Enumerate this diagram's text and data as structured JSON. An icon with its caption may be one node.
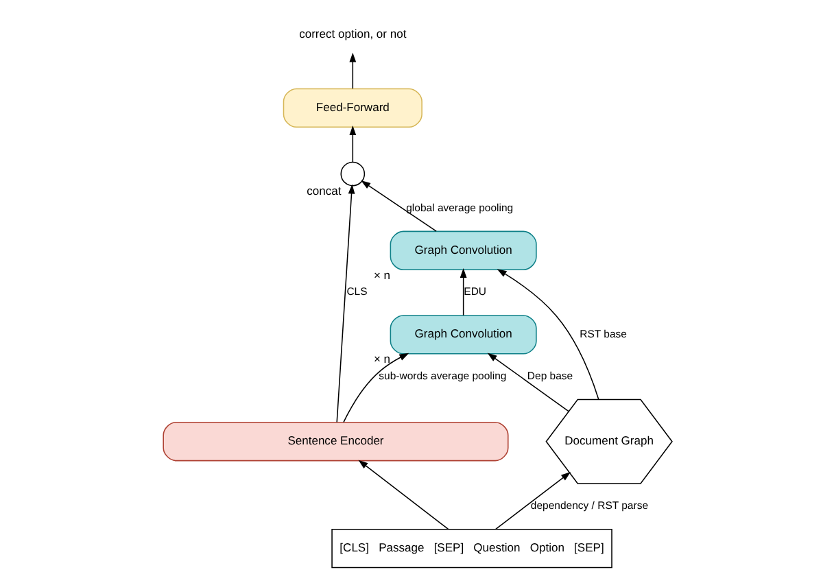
{
  "diagram": {
    "nodes": [
      {
        "text": [
          "correct option, or not"
        ]
      },
      {
        "text": [
          "Feed-Forward"
        ]
      },
      {
        "text": [],
        "shape": "circle",
        "beside": [
          "concat"
        ]
      },
      {
        "text": [
          "Graph Convolution"
        ],
        "beside": [
          "× n"
        ]
      },
      {
        "text": [
          "Graph Convolution"
        ],
        "beside": [
          "× n"
        ]
      },
      {
        "text": [
          "Sentence Encoder"
        ]
      },
      {
        "text": [
          "[CLS]   Passage   [SEP]   Question   Option   [SEP]"
        ]
      },
      {
        "text": [
          "Document Graph"
        ]
      }
    ],
    "edges": [
      {
        "from": 1,
        "to": 0,
        "arrow": "to"
      },
      {
        "from": 2,
        "to": 1,
        "arrow": "to"
      },
      {
        "from": 5,
        "to": 2,
        "arrow": "to",
        "label": "CLS"
      },
      {
        "from": 3,
        "to": 2,
        "arrow": "to",
        "label": "global average pooling"
      },
      {
        "from": 4,
        "to": 3,
        "arrow": "to",
        "label": "EDU"
      },
      {
        "from": 5,
        "to": 4,
        "arrow": "to",
        "label": "sub-words average pooling"
      },
      {
        "from": 7,
        "to": 4,
        "arrow": "to",
        "label": "Dep base"
      },
      {
        "from": 7,
        "to": 3,
        "arrow": "to",
        "label": "RST base"
      },
      {
        "from": 6,
        "to": 5,
        "arrow": "to"
      },
      {
        "from": 6,
        "to": 7,
        "arrow": "to",
        "label": "dependency / RST parse"
      }
    ]
  }
}
